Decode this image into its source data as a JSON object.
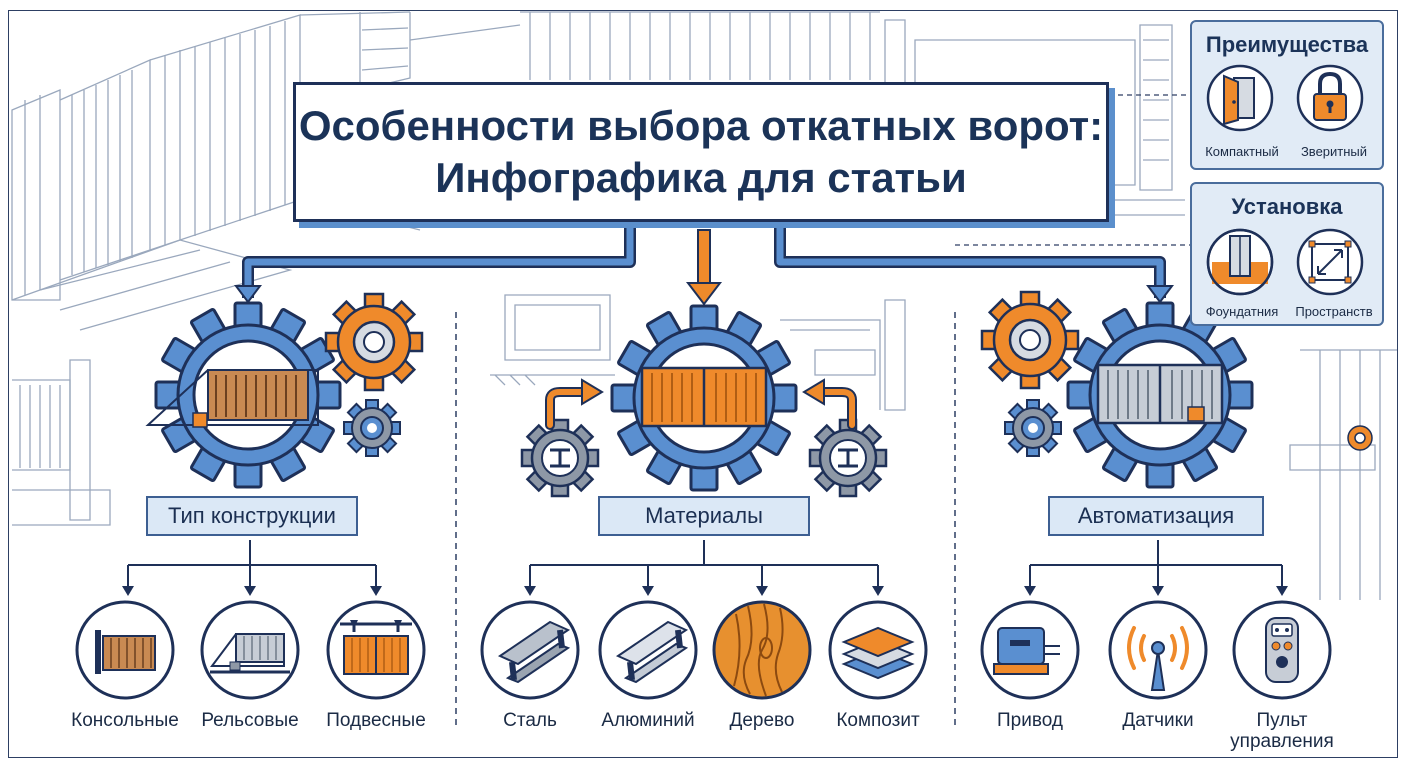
{
  "title": {
    "line1": "Особенности выбора откатных ворот:",
    "line2": "Инфографика для статьи"
  },
  "categories": [
    {
      "label": "Тип конструкции",
      "items": [
        {
          "label": "Консольные",
          "icon": "cantilever-gate-icon"
        },
        {
          "label": "Рельсовые",
          "icon": "rail-gate-icon"
        },
        {
          "label": "Подвесные",
          "icon": "suspended-gate-icon"
        }
      ]
    },
    {
      "label": "Материалы",
      "items": [
        {
          "label": "Сталь",
          "icon": "steel-beam-icon"
        },
        {
          "label": "Алюминий",
          "icon": "aluminum-beam-icon"
        },
        {
          "label": "Дерево",
          "icon": "wood-icon"
        },
        {
          "label": "Композит",
          "icon": "composite-layers-icon"
        }
      ]
    },
    {
      "label": "Автоматизация",
      "items": [
        {
          "label": "Привод",
          "icon": "gate-drive-icon"
        },
        {
          "label": "Датчики",
          "icon": "sensor-signal-icon"
        },
        {
          "label": "Пульт\nуправления",
          "icon": "remote-control-icon"
        }
      ]
    }
  ],
  "panels": [
    {
      "title": "Преимущества",
      "items": [
        {
          "label": "Компактный",
          "icon": "door-icon"
        },
        {
          "label": "Зверитный",
          "icon": "padlock-icon"
        }
      ]
    },
    {
      "title": "Установка",
      "items": [
        {
          "label": "Фоундатния",
          "icon": "foundation-icon"
        },
        {
          "label": "Пространств",
          "icon": "space-dimension-icon"
        }
      ]
    }
  ],
  "colors": {
    "navy": "#1e3058",
    "blue": "#4d80c4",
    "light_blue": "#dbe8f6",
    "orange": "#ef8a2b",
    "gray": "#8e98a6"
  }
}
